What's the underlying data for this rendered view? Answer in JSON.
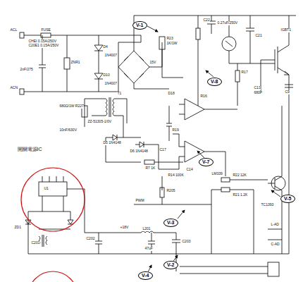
{
  "diagram": {
    "nodes": [
      {
        "text": [
          "V-1"
        ]
      },
      {
        "text": [
          "V-8"
        ]
      },
      {
        "text": [
          "V-7"
        ]
      },
      {
        "text": [
          "V-5"
        ]
      },
      {
        "text": [
          "V-3"
        ]
      },
      {
        "text": [
          "V-2"
        ]
      },
      {
        "text": [
          "V-4"
        ]
      }
    ],
    "labels": [
      "ACL",
      "FUSE",
      "CHEI 0.15A/250V",
      "C20E1 0.15A/250V",
      "ZNR1",
      "D4",
      "1N4007",
      "D10",
      "1N4007",
      "2nF/275",
      "ACN",
      "T1",
      "ZZ-51305-1/0V",
      "680Ω/1W R227",
      "10nF/630V",
      "C22",
      "0.27uF/250V",
      "R23",
      "1K/1W",
      "15V",
      "D18",
      "R16",
      "C13",
      "680P",
      "R17",
      "C21",
      "IGBT1",
      "C9",
      "D5 1N4148",
      "D6 1N4148",
      "R7 1K",
      "C14",
      "LM339",
      "R19",
      "C17",
      "R14 100K",
      "R22 12K",
      "R21 1.2K",
      "TC1393",
      "PWM",
      "R205",
      "開關電源IC",
      "+18V",
      "L201",
      "C203",
      "47uF",
      "C202",
      "L-AD",
      "C-AD",
      "C201",
      "U1",
      "ZD1"
    ]
  }
}
